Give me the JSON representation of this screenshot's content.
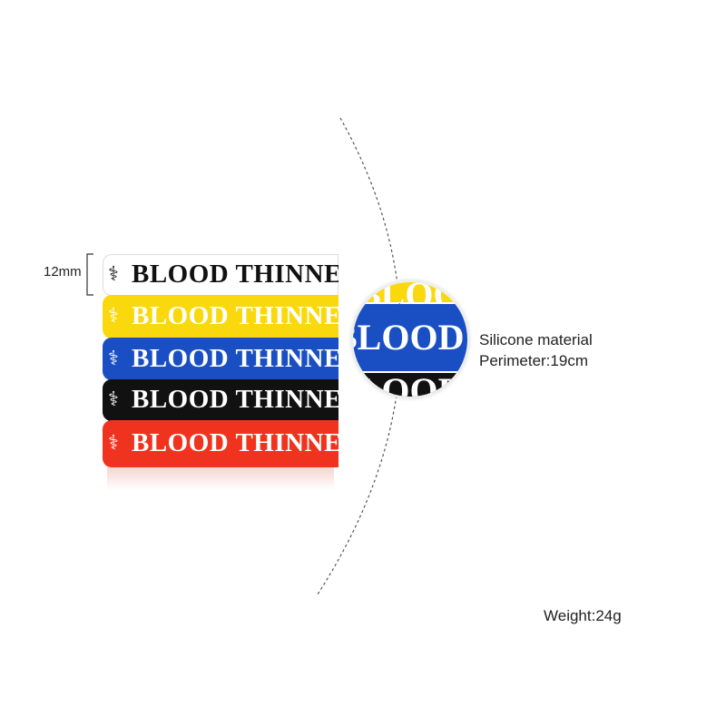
{
  "product": {
    "band_text": "BLOOD THINNER",
    "icon": "caduceus-icon"
  },
  "bands": [
    {
      "color": "#ffffff",
      "text_color": "#111111"
    },
    {
      "color": "#f9d90d",
      "text_color": "#ffffff"
    },
    {
      "color": "#1a4fc4",
      "text_color": "#ffffff"
    },
    {
      "color": "#111111",
      "text_color": "#ffffff"
    },
    {
      "color": "#f0331f",
      "text_color": "#ffffff"
    }
  ],
  "labels": {
    "width": "12mm",
    "material": "Silicone material",
    "perimeter": "Perimeter:19cm",
    "weight": "Weight:24g"
  },
  "zoom_text": "BLOOD THINNER"
}
